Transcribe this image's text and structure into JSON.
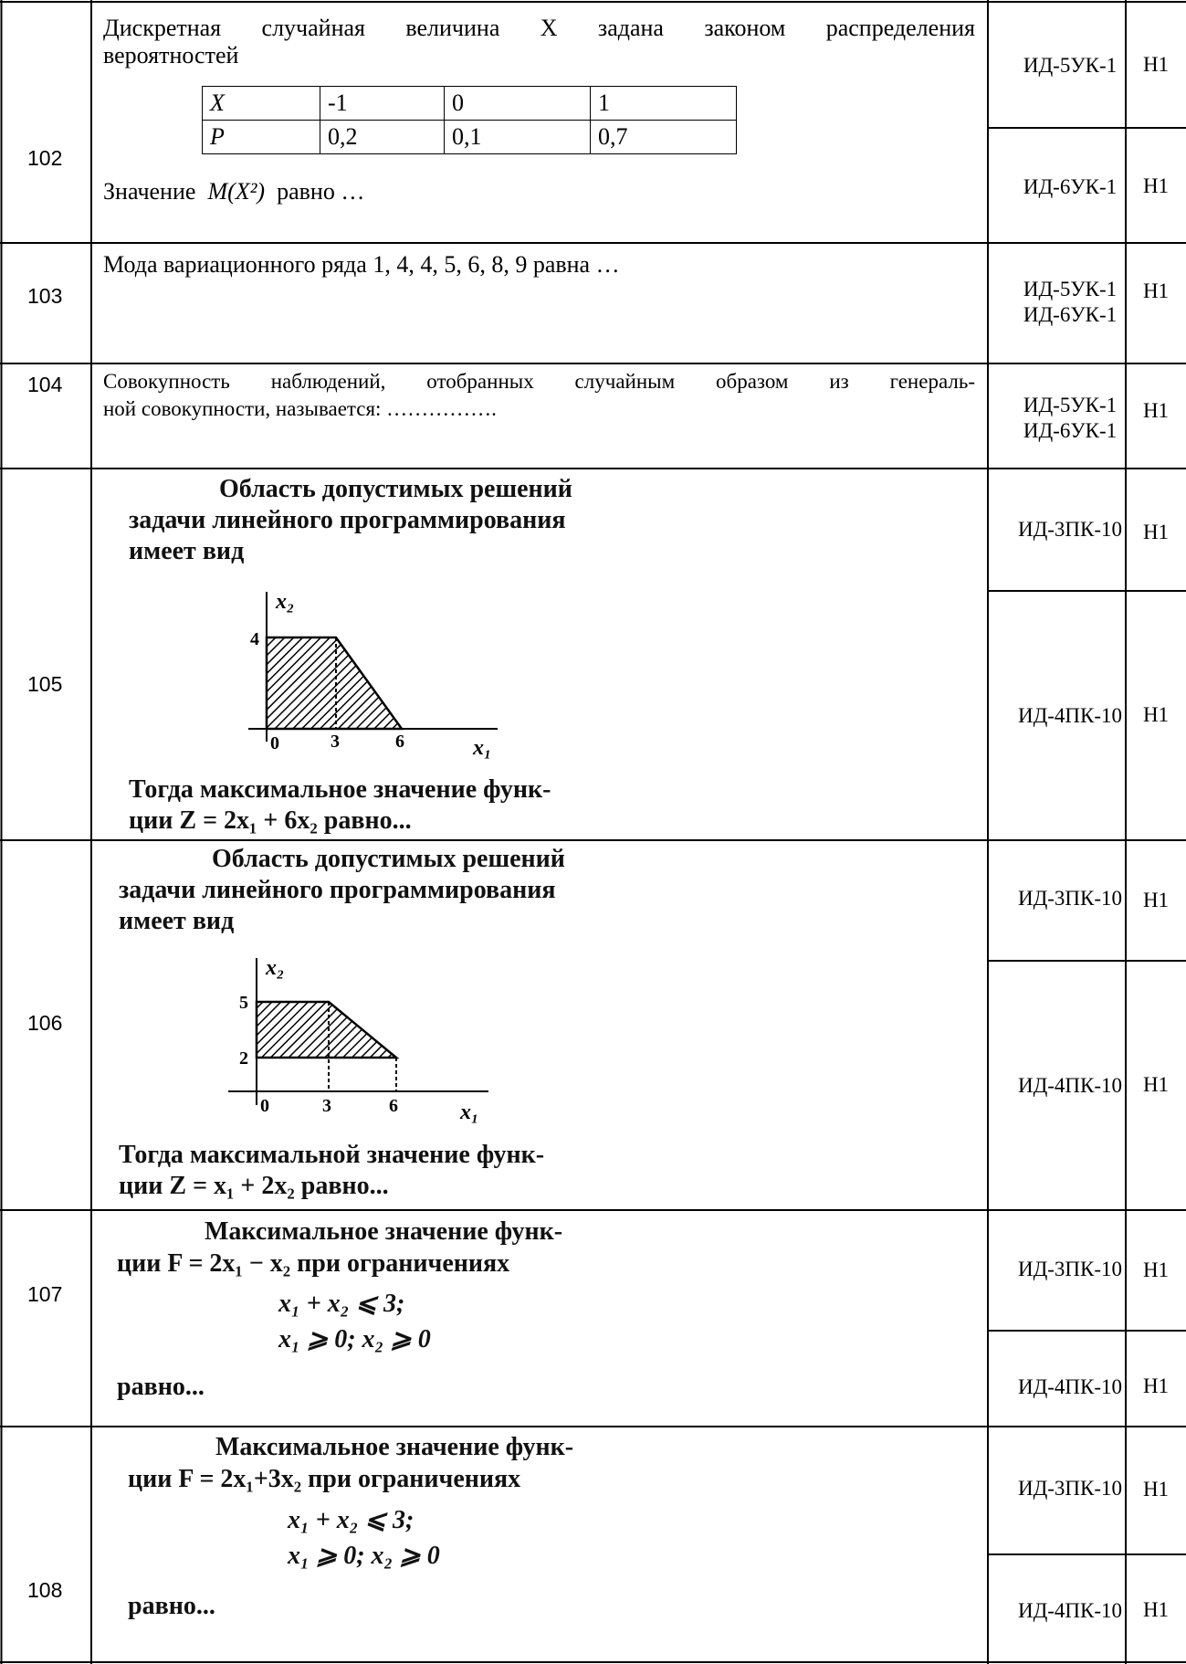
{
  "rows": [
    {
      "number": "102",
      "question_line1": "Дискретная случайная величина X задана законом распределения",
      "question_line2": "вероятностей",
      "table": {
        "header": [
          "X",
          "-1",
          "0",
          "1"
        ],
        "values": [
          "P",
          "0,2",
          "0,1",
          "0,7"
        ]
      },
      "tail_prefix": "Значение",
      "tail_formula": "M(X²)",
      "tail_suffix": "равно …",
      "codes": [
        "ИД-5УК-1",
        "ИД-6УК-1"
      ],
      "levels": [
        "Н1",
        "Н1"
      ]
    },
    {
      "number": "103",
      "question": "Мода вариационного ряда 1, 4, 4, 5, 6, 8, 9 равна …",
      "code_line1": "ИД-5УК-1",
      "code_line2": "ИД-6УК-1",
      "level": "Н1"
    },
    {
      "number": "104",
      "question_line1": "Совокупность наблюдений, отобранных случайным образом из генераль-",
      "question_line2": "ной совокупности, называется: …………….",
      "code_line1": "ИД-5УК-1",
      "code_line2": "ИД-6УК-1",
      "level": "Н1"
    },
    {
      "number": "105",
      "line1": "Область допустимых решений",
      "line2": "задачи линейного программирования",
      "line3": "имеет вид",
      "graph": {
        "y_axis": "x₂",
        "x_axis": "x₁",
        "y_tick": "4",
        "x_ticks": [
          "0",
          "3",
          "6"
        ]
      },
      "tail1": "Тогда максимальное значение функ-",
      "tail2": "ции Z = 2x₁ + 6x₂ равно...",
      "codes": [
        "ИД-3ПК-10",
        "ИД-4ПК-10"
      ],
      "levels": [
        "Н1",
        "Н1"
      ]
    },
    {
      "number": "106",
      "line1": "Область допустимых решений",
      "line2": "задачи линейного программирования",
      "line3": "имеет вид",
      "graph": {
        "y_axis": "x₂",
        "x_axis": "x₁",
        "y_ticks": [
          "5",
          "2"
        ],
        "x_ticks": [
          "0",
          "3",
          "6"
        ]
      },
      "tail1": "Тогда максимальной значение функ-",
      "tail2": "ции Z = x₁ + 2x₂ равно...",
      "codes": [
        "ИД-3ПК-10",
        "ИД-4ПК-10"
      ],
      "levels": [
        "Н1",
        "Н1"
      ]
    },
    {
      "number": "107",
      "line1": "Максимальное значение функ-",
      "line2": "ции F = 2x₁ − x₂ при ограничениях",
      "constraint1": "x₁ + x₂ ⩽ 3;",
      "constraint2": "x₁ ⩾ 0; x₂ ⩾ 0",
      "tail": "равно...",
      "codes": [
        "ИД-3ПК-10",
        "ИД-4ПК-10"
      ],
      "levels": [
        "Н1",
        "Н1"
      ]
    },
    {
      "number": "108",
      "line1": "Максимальное значение функ-",
      "line2": "ции F = 2x₁+3x₂ при ограничениях",
      "constraint1": "x₁ + x₂ ⩽ 3;",
      "constraint2": "x₁ ⩾ 0; x₂ ⩾ 0",
      "tail": "равно...",
      "codes": [
        "ИД-3ПК-10",
        "ИД-4ПК-10"
      ],
      "levels": [
        "Н1",
        "Н1"
      ]
    }
  ]
}
